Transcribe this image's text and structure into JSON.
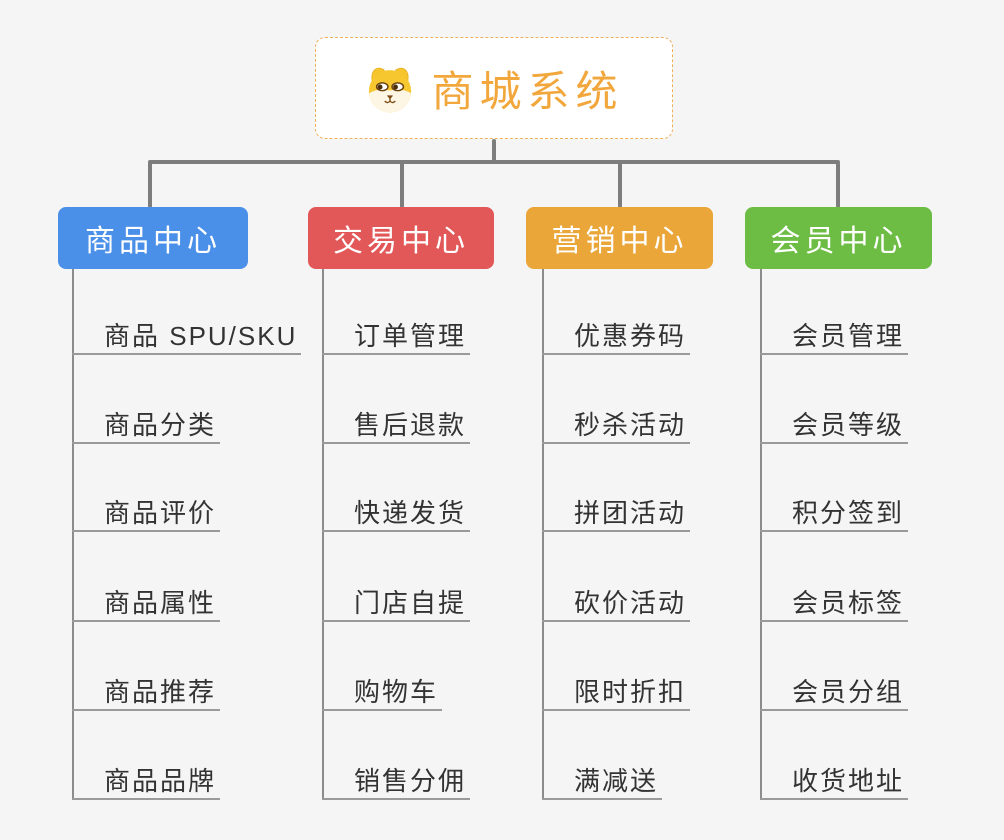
{
  "canvas": {
    "background": "#f5f5f6",
    "connector_color": "#7d7d7d",
    "underline_color": "#9a9a9a"
  },
  "root": {
    "title": "商城系统",
    "icon": "dog-face-icon",
    "text_color": "#f2a73d",
    "border_color": "#f0b058"
  },
  "branches": [
    {
      "id": "product-center",
      "label": "商品中心",
      "color": "#4a8fe8",
      "children": [
        "商品 SPU/SKU",
        "商品分类",
        "商品评价",
        "商品属性",
        "商品推荐",
        "商品品牌"
      ]
    },
    {
      "id": "trade-center",
      "label": "交易中心",
      "color": "#e25757",
      "children": [
        "订单管理",
        "售后退款",
        "快递发货",
        "门店自提",
        "购物车",
        "销售分佣"
      ]
    },
    {
      "id": "marketing-center",
      "label": "营销中心",
      "color": "#eaa638",
      "children": [
        "优惠券码",
        "秒杀活动",
        "拼团活动",
        "砍价活动",
        "限时折扣",
        "满减送"
      ]
    },
    {
      "id": "member-center",
      "label": "会员中心",
      "color": "#6dbd45",
      "children": [
        "会员管理",
        "会员等级",
        "积分签到",
        "会员标签",
        "会员分组",
        "收货地址"
      ]
    }
  ]
}
